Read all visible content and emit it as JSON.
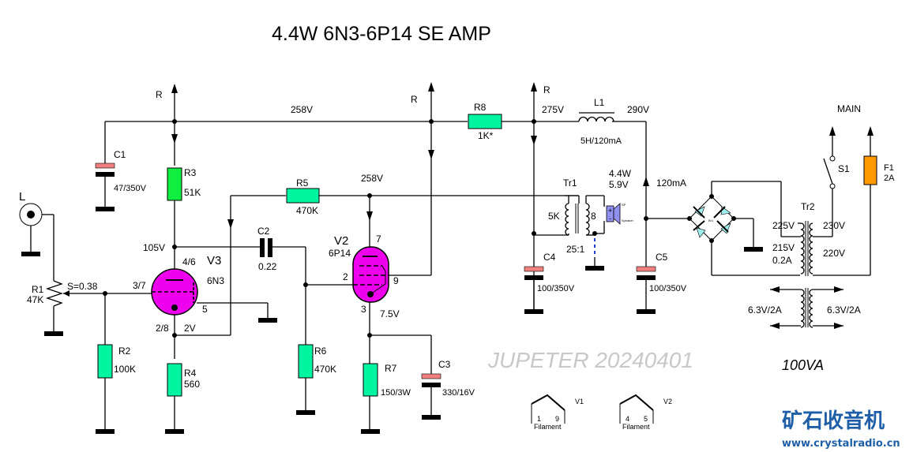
{
  "title": "4.4W  6N3-6P14   SE AMP",
  "watermark": "JUPETER 20240401",
  "power_rating": "100VA",
  "brand": {
    "name_cn": "矿石收音机",
    "url": "www.crystalradio.cn",
    "color": "#1f5fa8"
  },
  "colors": {
    "resistor_fill": "#00f5a0",
    "resistor_r3_fill": "#10ee40",
    "cap_plus_fill": "#f08080",
    "tube_fill": "#ee00ee",
    "fuse_fill": "#ff9900",
    "diode_fill": "#a0f0f0",
    "speaker_fill": "#9090ee",
    "wire": "#000000"
  },
  "rail_labels": {
    "r_top_left": "R",
    "r_top_mid": "R",
    "r_top_right": "R",
    "v258_top": "258V",
    "v258_mid": "258V",
    "v275": "275V",
    "v290": "290V",
    "i120": "120mA",
    "main": "MAIN"
  },
  "input": {
    "label": "L"
  },
  "components": {
    "C1": {
      "name": "C1",
      "value": "47/350V"
    },
    "C2": {
      "name": "C2",
      "value": "0.22"
    },
    "C3": {
      "name": "C3",
      "value": "330/16V"
    },
    "C4": {
      "name": "C4",
      "value": "100/350V"
    },
    "C5": {
      "name": "C5",
      "value": "100/350V"
    },
    "R1": {
      "name": "R1",
      "value": "47K",
      "setting": "S=0.38"
    },
    "R2": {
      "name": "R2",
      "value": "100K"
    },
    "R3": {
      "name": "R3",
      "value": "51K"
    },
    "R4": {
      "name": "R4",
      "value": "560"
    },
    "R5": {
      "name": "R5",
      "value": "470K"
    },
    "R6": {
      "name": "R6",
      "value": "470K"
    },
    "R7": {
      "name": "R7",
      "value": "150/3W"
    },
    "R8": {
      "name": "R8",
      "value": "1K*"
    },
    "L1": {
      "name": "L1",
      "value": "5H/120mA"
    },
    "F1": {
      "name": "F1",
      "value": "2A"
    },
    "S1": {
      "name": "S1"
    },
    "Br1": {
      "name": "Br1"
    },
    "Tr1": {
      "name": "Tr1",
      "primary": "5K",
      "secondary": "8",
      "ratio": "25:1",
      "power": "4.4W",
      "voltage": "5.9V"
    },
    "Tr2": {
      "name": "Tr2",
      "sec_hv_a": "225V",
      "sec_hv_b": "215V",
      "sec_hv_current": "0.2A",
      "pri_a": "230V",
      "pri_b": "220V",
      "heater_left": "6.3V/2A",
      "heater_right": "6.3V/2A"
    },
    "speaker": {
      "label_sp": "SP",
      "label_name": "Speaker",
      "plus": "+",
      "minus": "-"
    }
  },
  "V3": {
    "name": "V3",
    "type": "6N3",
    "pin_plate": "4/6",
    "pin_grid": "3/7",
    "pin_cathode": "2/8",
    "pin_shield": "5",
    "v_plate": "105V",
    "v_cathode": "2V"
  },
  "V2": {
    "name": "V2",
    "type": "6P14",
    "pin_plate": "7",
    "pin_grid": "2",
    "pin_cathode": "3",
    "pin_screen": "9",
    "v_cathode": "7.5V"
  },
  "filaments": [
    {
      "tube": "V1",
      "pins": [
        "1",
        "9"
      ],
      "label": "Filament"
    },
    {
      "tube": "V2",
      "pins": [
        "4",
        "5"
      ],
      "label": "Filament"
    }
  ]
}
